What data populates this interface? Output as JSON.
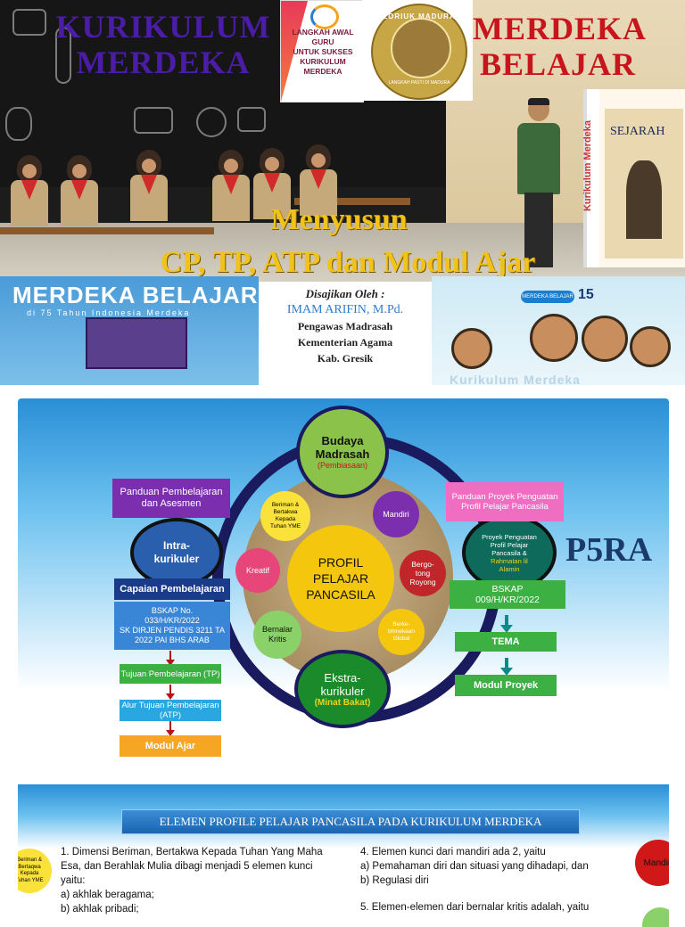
{
  "slide1": {
    "title_left": [
      "KURIKULUM",
      "MERDEKA"
    ],
    "title_right": [
      "MERDEKA",
      "BELAJAR"
    ],
    "logo_card": {
      "line1": "LANGKAH AWAL GURU",
      "line2": "UNTUK SUKSES",
      "line3": "KURIKULUM",
      "line4": "MERDEKA"
    },
    "madura_logo": {
      "top": "LORIUK MADURA",
      "bottom": "LANGKAH PASTI DI MADURA"
    },
    "book": {
      "spine": "Kurikulum Merdeka",
      "title": "SEJARAH"
    },
    "headline1": "Menyusun",
    "headline2": "CP, TP, ATP dan Modul Ajar",
    "banner_left": {
      "title": "MERDEKA BELAJAR",
      "subtitle": "di 75 Tahun Indonesia Merdeka"
    },
    "presenter": {
      "intro": "Disajikan Oleh :",
      "name": "IMAM ARIFIN, M.Pd.",
      "role": "Pengawas Madrasah",
      "org": "Kementerian Agama",
      "region": "Kab. Gresik"
    },
    "banner_right": {
      "pill": "MERDEKA BELAJAR",
      "number": "15",
      "footer": "Kurikulum Merdeka"
    }
  },
  "slide2": {
    "budaya": {
      "title": "Budaya Madrasah",
      "sub": "(Pembiasaan)"
    },
    "ekstra": {
      "title": "Ekstra-kurikuler",
      "sub": "(Minat Bakat)"
    },
    "intra": "Intra-kurikuler",
    "proyek": {
      "title": "Proyek Penguatan Profil Pelajar Pancasila &",
      "sub": "Rahmatan lil Alamin"
    },
    "profil": "PROFIL PELAJAR PANCASILA",
    "elements": {
      "beriman": "Beriman & Bertakwa Kepada Tuhan YME",
      "mandiri": "Mandiri",
      "kreatif": "Kreatif",
      "gotong": "Bergo-tong Royong",
      "bernalar": "Bernalar Kritis",
      "kebhinekaan": "Berke-bhinekaan Global"
    },
    "panduan_pembelajaran": "Panduan Pembelajaran dan Asesmen",
    "panduan_proyek": "Panduan Proyek Penguatan Profil Pelajar Pancasila",
    "p5ra": "P5RA",
    "capaian": "Capaian Pembelajaran",
    "bskap_left": {
      "no": "BSKAP No.",
      "code": "033/H/KR/2022",
      "sk1": "SK DIRJEN PENDIS 3211 TA",
      "sk2": "2022 PAI BHS ARAB"
    },
    "tp": "Tujuan Pembelajaran (TP)",
    "atp": "Alur Tujuan Pembelajaran (ATP)",
    "modul_ajar": "Modul Ajar",
    "bskap_right": {
      "title": "BSKAP",
      "code": "009/H/KR/2022"
    },
    "tema": "TEMA",
    "modul_proyek": "Modul Proyek"
  },
  "slide3": {
    "header": "ELEMEN PROFILE PELAJAR PANCASILA PADA KURIKULUM MERDEKA",
    "badge_left": "Beriman & Bertaqwa Kepada Tuhan YME",
    "badge_right": "Mandiri",
    "left": {
      "p1": "1.  Dimensi Beriman, Bertakwa Kepada Tuhan Yang Maha",
      "p2": "Esa, dan Berahlak Mulia dibagi menjadi 5 elemen kunci",
      "p3": "yaitu:",
      "a": "a)   akhlak beragama;",
      "b": "b)   akhlak pribadi;"
    },
    "right": {
      "p1": "4.  Elemen kunci dari mandiri ada 2, yaitu",
      "a": "a)   Pemahaman diri dan situasi yang dihadapi, dan",
      "b": "b)   Regulasi diri",
      "c": "5.  Elemen-elemen dari bernalar kritis adalah, yaitu"
    }
  }
}
